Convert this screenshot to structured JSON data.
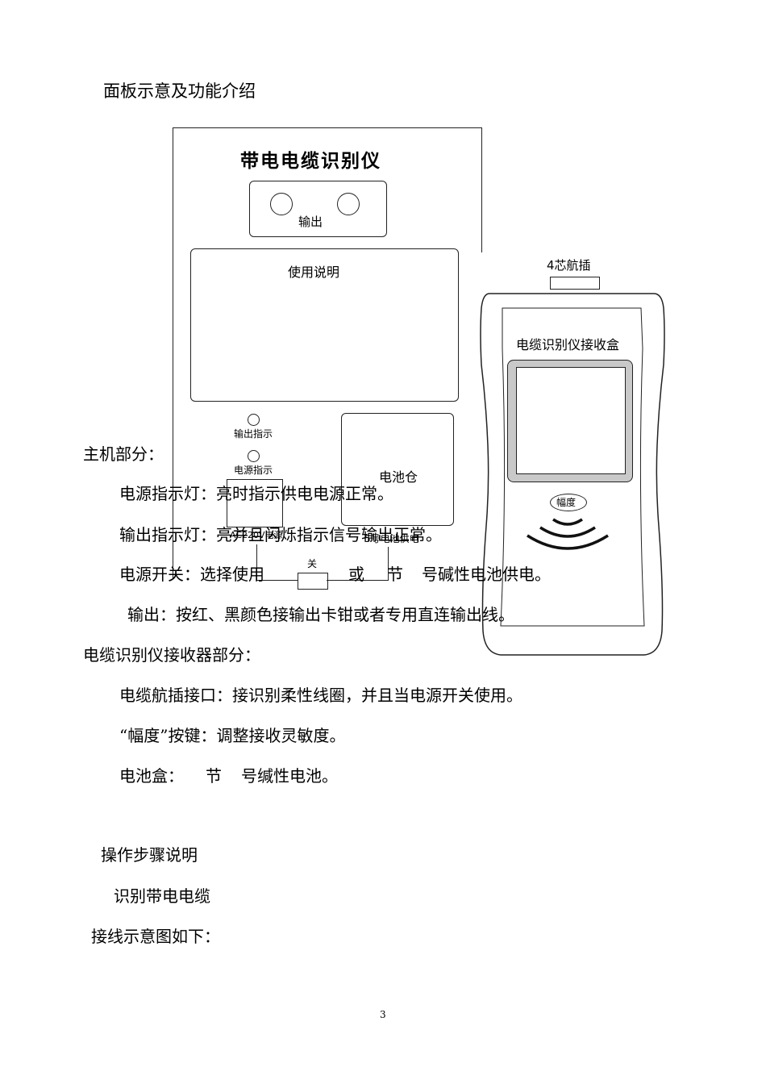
{
  "section_title": "面板示意及功能介绍",
  "host_device": {
    "title": "带电电缆识别仪",
    "output_label": "输出",
    "manual_label": "使用说明",
    "output_indicator": "输出指示",
    "power_indicator": "电源指示",
    "battery_compartment": "电池仓",
    "ac_power": "AC220V电源",
    "battery_power": "5号电池供电",
    "switch_label": "关"
  },
  "receiver_device": {
    "connector_label": "4芯航插",
    "title": "电缆识别仪接收盒",
    "amplitude_button": "幅度"
  },
  "host_section": {
    "heading": "主机部分：",
    "items": [
      "电源指示灯：亮时指示供电电源正常。",
      "输出指示灯：亮并且闪烁指示信号输出正常。",
      "电源开关：选择使用",
      "或",
      "节",
      "号碱性电池供电。",
      "输出：按红、黑颜色接输出卡钳或者专用直连输出线。"
    ]
  },
  "receiver_section": {
    "heading": "电缆识别仪接收器部分：",
    "items": [
      "电缆航插接口：接识别柔性线圈，并且当电源开关使用。",
      "“幅度”按键：调整接收灵敏度。",
      "电池盒：",
      "节",
      "号缄性电池。"
    ]
  },
  "operation": {
    "heading": "操作步骤说明",
    "subheading": "识别带电电缆",
    "wiring_note": "接线示意图如下："
  },
  "page_number": "3"
}
